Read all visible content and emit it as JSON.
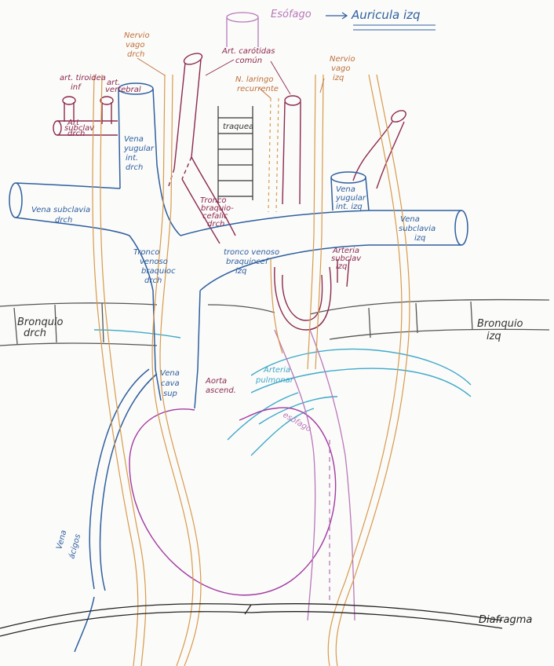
{
  "colors": {
    "vein": "#2f5f9e",
    "artery": "#8c2a4f",
    "nerve": "#d89a4a",
    "nerve_text": "#c0703a",
    "esophagus": "#b978b9",
    "pulmonary": "#3fa9c9",
    "heart": "#a23ba0",
    "ink": "#222222",
    "grey": "#555555"
  },
  "labels": {
    "esofago": "Esófago",
    "auricula": "Auricula izq",
    "nervio_vago_dr": [
      "Nervio",
      "vago",
      "drch"
    ],
    "art_carotidas": [
      "Art. carótidas",
      "común"
    ],
    "n_laringeo": [
      "N. laringo",
      "recurrente"
    ],
    "nervio_vago_iz": [
      "Nervio",
      "vago",
      "izq"
    ],
    "art_tiroidea": [
      "art. tiroidea",
      "inf"
    ],
    "art_vertebral": [
      "art.",
      "vertebral"
    ],
    "art_subclavia_dr": [
      "Art",
      "subclav",
      "drch"
    ],
    "traquea": "traquea",
    "vena_yugular_dr": [
      "Vena",
      "yugular",
      "int.",
      "drch"
    ],
    "vena_yugular_iz": [
      "Vena",
      "yugular",
      "int. izq"
    ],
    "vena_subclavia_dr": [
      "Vena subclavia",
      "drch"
    ],
    "vena_subclavia_iz": [
      "Vena",
      "subclavia",
      "izq"
    ],
    "tronco_braq_art": [
      "Tronco",
      "braquio-",
      "cefalic",
      "drch"
    ],
    "tronco_venoso_dr": [
      "Tronco",
      "venoso",
      "braquioc",
      "drch"
    ],
    "tronco_venoso_iz": [
      "tronco venoso",
      "braquiocef",
      "izq"
    ],
    "arteria_subclavia_iz": [
      "Arteria",
      "subclav",
      "izq"
    ],
    "bronquio_dr": [
      "Bronquio",
      "drch"
    ],
    "bronquio_iz": [
      "Bronquio",
      "izq"
    ],
    "vena_cava": [
      "Vena",
      "cava",
      "sup"
    ],
    "aorta": [
      "Aorta",
      "ascend."
    ],
    "arteria_pulmonar": [
      "Arteria",
      "pulmonar"
    ],
    "esofago_low": "esófago",
    "vena_azigos": [
      "Vena",
      "ácigos"
    ],
    "diafragma": "Diafragma"
  }
}
